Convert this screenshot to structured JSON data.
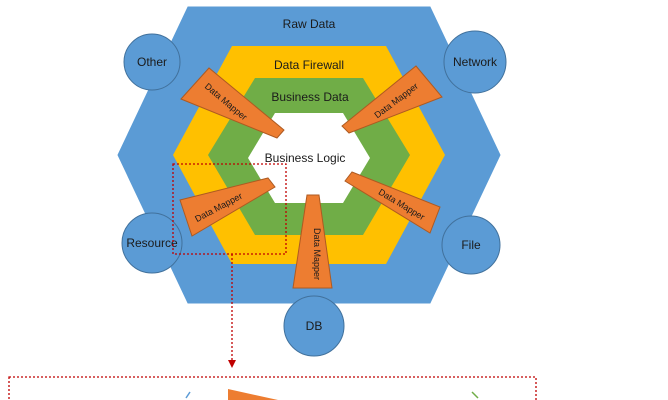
{
  "layers": {
    "outer": "Raw Data",
    "firewall": "Data Firewall",
    "business_data": "Business Data",
    "core": "Business Logic"
  },
  "sources": {
    "other": "Other",
    "network": "Network",
    "resource": "Resource",
    "file": "File",
    "db": "DB"
  },
  "mapper_label": "Data Mapper",
  "colors": {
    "raw_data": "#5b9bd5",
    "firewall": "#ffc000",
    "business_data": "#70ad47",
    "core": "#ffffff",
    "mapper": "#ed7d31",
    "source_fill": "#5b9bd5",
    "source_stroke": "#41719c",
    "highlight": "#c00000",
    "arrow_blue": "#5b9bd5",
    "arrow_green": "#70ad47"
  }
}
